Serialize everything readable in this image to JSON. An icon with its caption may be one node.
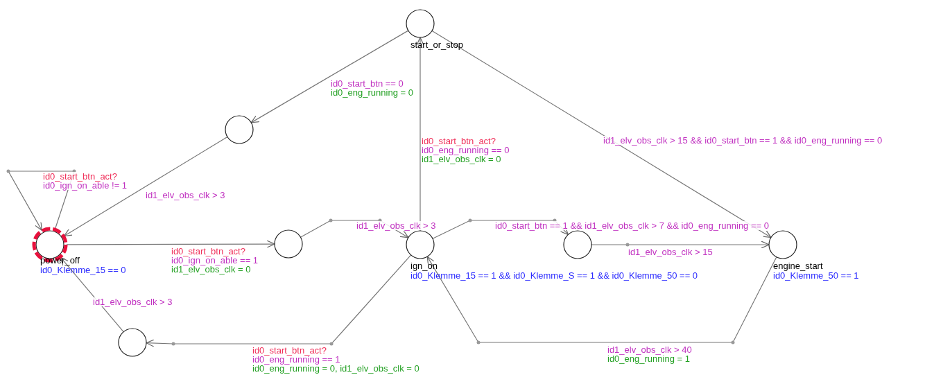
{
  "diagram": {
    "nodes": [
      {
        "text": [
          "start_or_stop"
        ]
      },
      {
        "text": [],
        "shape": "circle"
      },
      {
        "text": [
          "power_off",
          "id0_Klemme_15 == 0"
        ]
      },
      {
        "text": [],
        "shape": "circle"
      },
      {
        "text": [
          "ign_on",
          "id0_Klemme_15 == 1 && id0_Klemme_S == 1 && id0_Klemme_50 == 0"
        ]
      },
      {
        "text": [],
        "shape": "circle"
      },
      {
        "text": [
          "engine_start",
          "id0_Klemme_50 == 1"
        ]
      },
      {
        "text": [],
        "shape": "circle"
      }
    ],
    "edges": [
      {
        "from": 0,
        "to": 1,
        "arrow": "to",
        "label": [
          "id0_start_btn == 0",
          "id0_eng_running = 0"
        ]
      },
      {
        "from": 1,
        "to": 2,
        "arrow": "to",
        "label": [
          "id1_elv_obs_clk > 3"
        ]
      },
      {
        "from": 2,
        "to": 2,
        "arrow": "to",
        "label": [
          "id0_start_btn_act?",
          "id0_ign_on_able != 1"
        ]
      },
      {
        "from": 2,
        "to": 3,
        "arrow": "to",
        "label": [
          "id0_start_btn_act?",
          "id0_ign_on_able == 1",
          "id1_elv_obs_clk = 0"
        ]
      },
      {
        "from": 3,
        "to": 4,
        "arrow": "to",
        "label": [
          "id1_elv_obs_clk > 3"
        ]
      },
      {
        "from": 4,
        "to": 0,
        "arrow": "to",
        "label": [
          "id0_start_btn_act?",
          "id0_eng_running == 0",
          "id1_elv_obs_clk = 0"
        ]
      },
      {
        "from": 0,
        "to": 6,
        "arrow": "to",
        "label": [
          "id1_elv_obs_clk > 15 && id0_start_btn == 1 && id0_eng_running == 0"
        ]
      },
      {
        "from": 4,
        "to": 5,
        "arrow": "to",
        "label": [
          "id0_start_btn == 1 && id1_elv_obs_clk > 7 && id0_eng_running == 0"
        ]
      },
      {
        "from": 5,
        "to": 6,
        "arrow": "to",
        "label": [
          "id1_elv_obs_clk > 15"
        ]
      },
      {
        "from": 6,
        "to": 4,
        "arrow": "to",
        "label": [
          "id1_elv_obs_clk > 40",
          "id0_eng_running = 1"
        ]
      },
      {
        "from": 4,
        "to": 7,
        "arrow": "to",
        "label": [
          "id0_start_btn_act?",
          "id0_eng_running == 1",
          "id0_eng_running = 0, id1_elv_obs_clk = 0"
        ]
      },
      {
        "from": 7,
        "to": 2,
        "arrow": "to",
        "label": [
          "id1_elv_obs_clk > 3"
        ]
      }
    ]
  }
}
